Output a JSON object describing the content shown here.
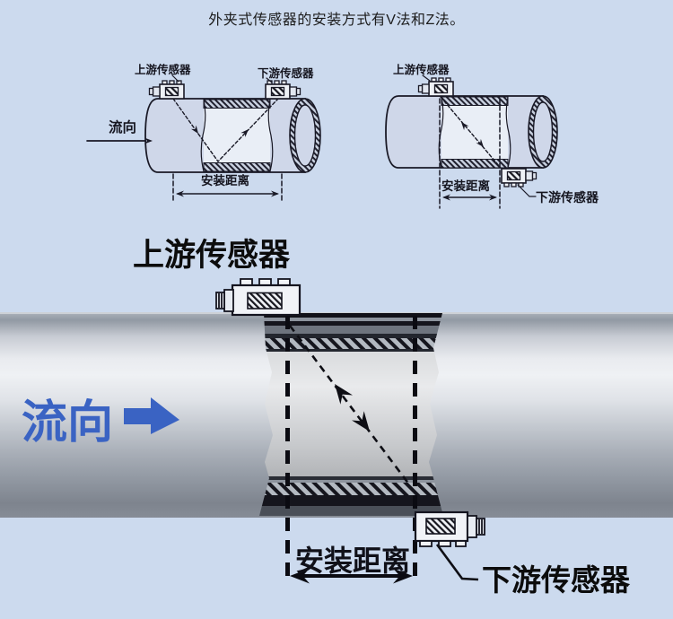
{
  "title": "外夹式传感器的安装方式有V法和Z法。",
  "colors": {
    "background": "#ccdaee",
    "accent_blue": "#3a63c3",
    "line": "#191926"
  },
  "v_method_diagram": {
    "upstream_sensor_label": "上游传感器",
    "downstream_sensor_label": "下游传感器",
    "flow_direction_label": "流向",
    "installation_distance_label": "安装距离"
  },
  "z_method_diagram": {
    "upstream_sensor_label": "上游传感器",
    "downstream_sensor_label": "下游传感器",
    "installation_distance_label": "安装距离"
  },
  "main_diagram": {
    "upstream_sensor_label": "上游传感器",
    "flow_direction_label": "流向",
    "installation_distance_label": "安装距离",
    "downstream_sensor_label": "下游传感器"
  }
}
